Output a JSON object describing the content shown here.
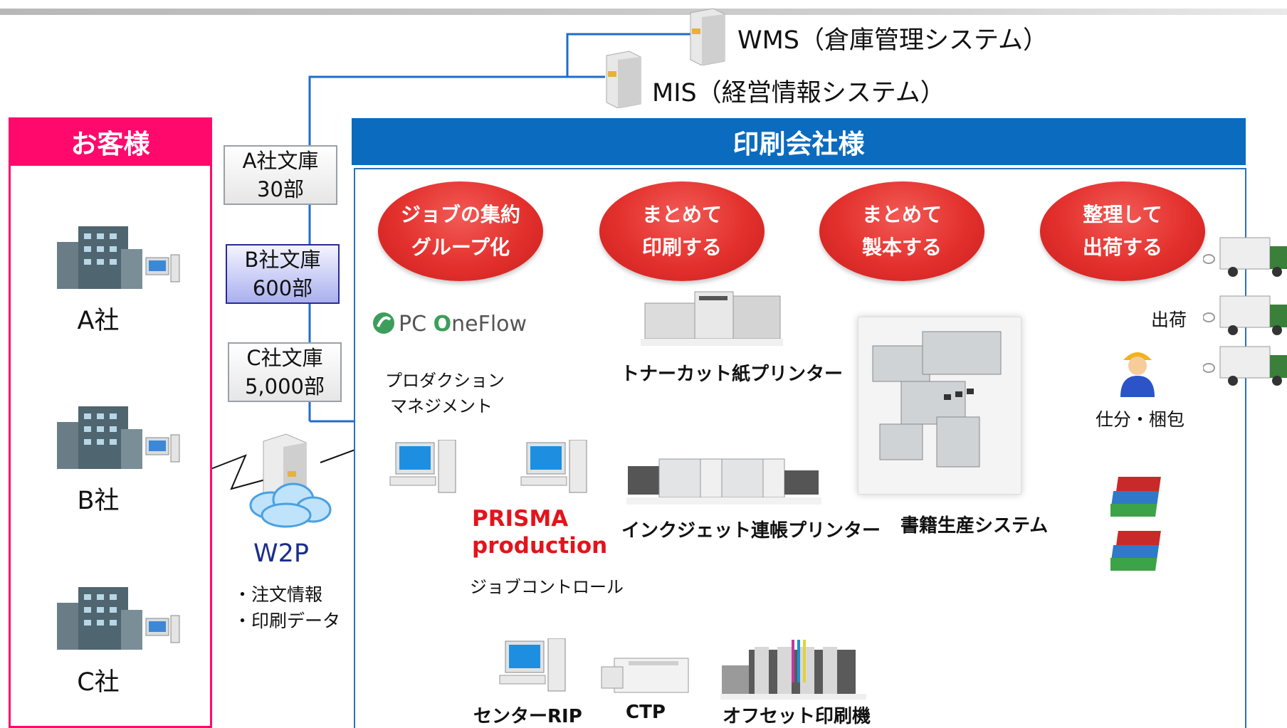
{
  "servers": {
    "wms": "WMS（倉庫管理システム）",
    "mis": "MIS（経営情報システム）"
  },
  "customer": {
    "header": "お客様",
    "companies": [
      "A社",
      "B社",
      "C社"
    ]
  },
  "stock_boxes": [
    {
      "line1": "A社文庫",
      "line2": "30部"
    },
    {
      "line1": "B社文庫",
      "line2": "600部"
    },
    {
      "line1": "C社文庫",
      "line2": "5,000部"
    }
  ],
  "w2p": {
    "label": "W2P",
    "items": [
      "・注文情報",
      "・印刷データ"
    ]
  },
  "print_company": {
    "header": "印刷会社様",
    "steps": [
      {
        "line1": "ジョブの集約",
        "line2": "グループ化"
      },
      {
        "line1": "まとめて",
        "line2": "印刷する"
      },
      {
        "line1": "まとめて",
        "line2": "製本する"
      },
      {
        "line1": "整理して",
        "line2": "出荷する"
      }
    ]
  },
  "oneflow": {
    "prefix": "PC ",
    "highlight": "O",
    "suffix": "neFlow"
  },
  "production_mgmt": {
    "line1": "プロダクション",
    "line2": "マネジメント"
  },
  "prisma": {
    "line1": "PRISMA",
    "line2": "production",
    "caption": "ジョブコントロール"
  },
  "devices": {
    "toner": "トナーカット紙プリンター",
    "inkjet": "インクジェット連帳プリンター",
    "binding": "書籍生産システム",
    "rip": "センターRIP",
    "ctp": "CTP",
    "offset": "オフセット印刷機"
  },
  "shipping": {
    "ship_label": "出荷",
    "sort_label": "仕分・梱包"
  },
  "colors": {
    "customer_accent": "#ff0a6c",
    "print_accent": "#0b6bbf",
    "step_red": "#e3302d",
    "prisma_red": "#e3141b",
    "line_blue": "#1f6ec8"
  }
}
